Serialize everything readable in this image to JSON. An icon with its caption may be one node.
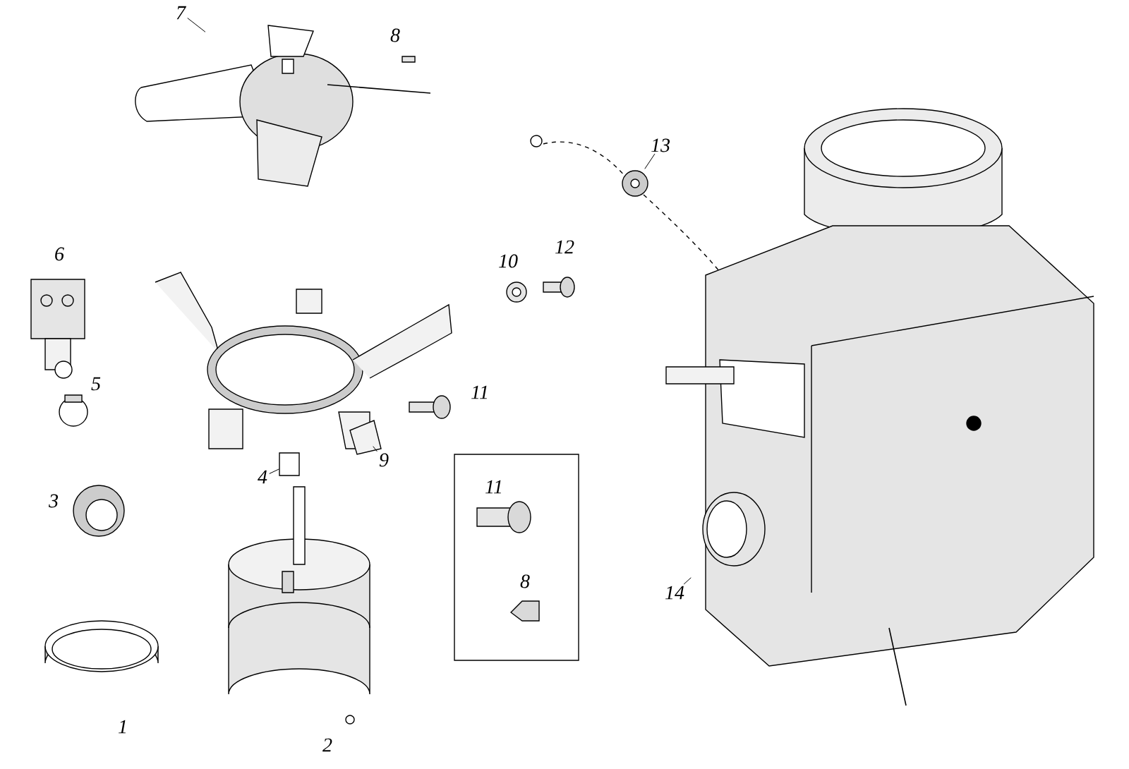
{
  "diagram": {
    "nodes": [
      {
        "text": [
          "7"
        ]
      },
      {
        "text": [],
        "shape": "picture"
      },
      {
        "text": [
          "4"
        ]
      },
      {
        "text": [],
        "shape": "box"
      },
      {
        "text": [
          "9"
        ]
      },
      {
        "text": [],
        "shape": "picture"
      },
      {
        "text": [
          "13"
        ]
      },
      {
        "text": [],
        "shape": "picture"
      },
      {
        "text": [
          "14"
        ]
      },
      {
        "text": [],
        "shape": "picture"
      }
    ],
    "edges": [
      {
        "from": 0,
        "to": 1,
        "arrow": "none"
      },
      {
        "from": 2,
        "to": 3,
        "arrow": "none"
      },
      {
        "from": 4,
        "to": 5,
        "arrow": "none"
      },
      {
        "from": 6,
        "to": 7,
        "arrow": "none"
      },
      {
        "from": 8,
        "to": 9,
        "arrow": "none"
      }
    ],
    "labels": [
      "8",
      "6",
      "10",
      "12",
      "5",
      "11",
      "3",
      "11",
      "8",
      "1",
      "2"
    ]
  }
}
